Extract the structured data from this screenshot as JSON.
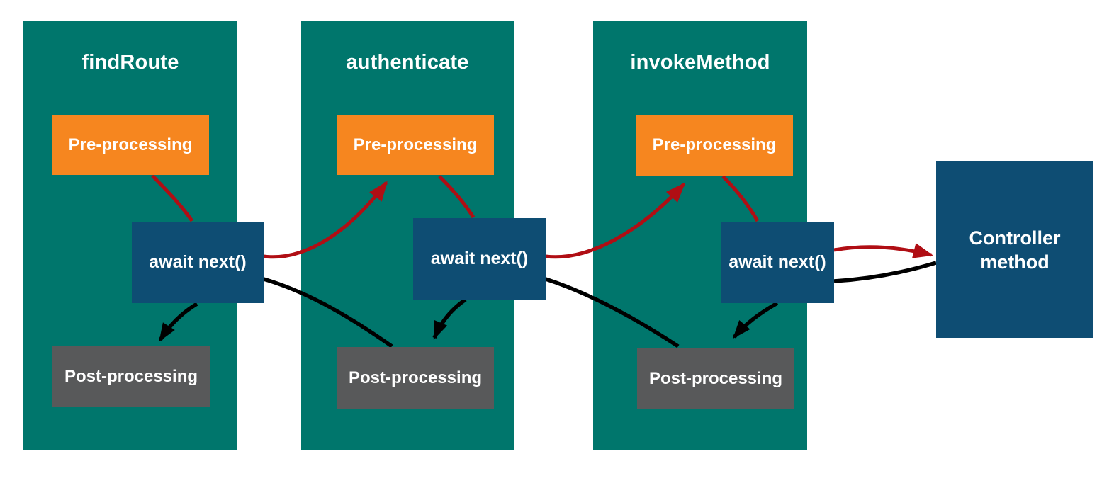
{
  "diagram": {
    "middlewares": [
      {
        "title": "findRoute",
        "pre_label": "Pre-processing",
        "await_label": "await next()",
        "post_label": "Post-processing"
      },
      {
        "title": "authenticate",
        "pre_label": "Pre-processing",
        "await_label": "await next()",
        "post_label": "Post-processing"
      },
      {
        "title": "invokeMethod",
        "pre_label": "Pre-processing",
        "await_label": "await next()",
        "post_label": "Post-processing"
      }
    ],
    "controller": {
      "label": "Controller method"
    },
    "flows": [
      {
        "color": "red",
        "from": "findRoute.pre-processing",
        "to": "findRoute.await-next"
      },
      {
        "color": "red",
        "from": "findRoute.await-next",
        "to": "authenticate.pre-processing",
        "arrowhead": true
      },
      {
        "color": "red",
        "from": "authenticate.pre-processing",
        "to": "authenticate.await-next"
      },
      {
        "color": "red",
        "from": "authenticate.await-next",
        "to": "invokeMethod.pre-processing",
        "arrowhead": true
      },
      {
        "color": "red",
        "from": "invokeMethod.pre-processing",
        "to": "invokeMethod.await-next"
      },
      {
        "color": "red",
        "from": "invokeMethod.await-next",
        "to": "controller-method",
        "arrowhead": true
      },
      {
        "color": "black",
        "from": "controller-method",
        "to": "invokeMethod.await-next"
      },
      {
        "color": "black",
        "from": "invokeMethod.await-next",
        "to": "invokeMethod.post-processing",
        "arrowhead": true
      },
      {
        "color": "black",
        "from": "authenticate.await-next",
        "to": "invokeMethod.post-processing"
      },
      {
        "color": "black",
        "from": "authenticate.await-next",
        "to": "authenticate.post-processing",
        "arrowhead": true
      },
      {
        "color": "black",
        "from": "findRoute.await-next",
        "to": "authenticate.post-processing"
      },
      {
        "color": "black",
        "from": "findRoute.await-next",
        "to": "findRoute.post-processing",
        "arrowhead": true
      }
    ]
  },
  "colors": {
    "teal": "#00766C",
    "orange": "#F6861F",
    "navy": "#0E4D73",
    "gray": "#58595A",
    "red": "#B00E14",
    "black": "#000000",
    "text": "#FFFFFF",
    "bg": "#FFFFFF"
  }
}
